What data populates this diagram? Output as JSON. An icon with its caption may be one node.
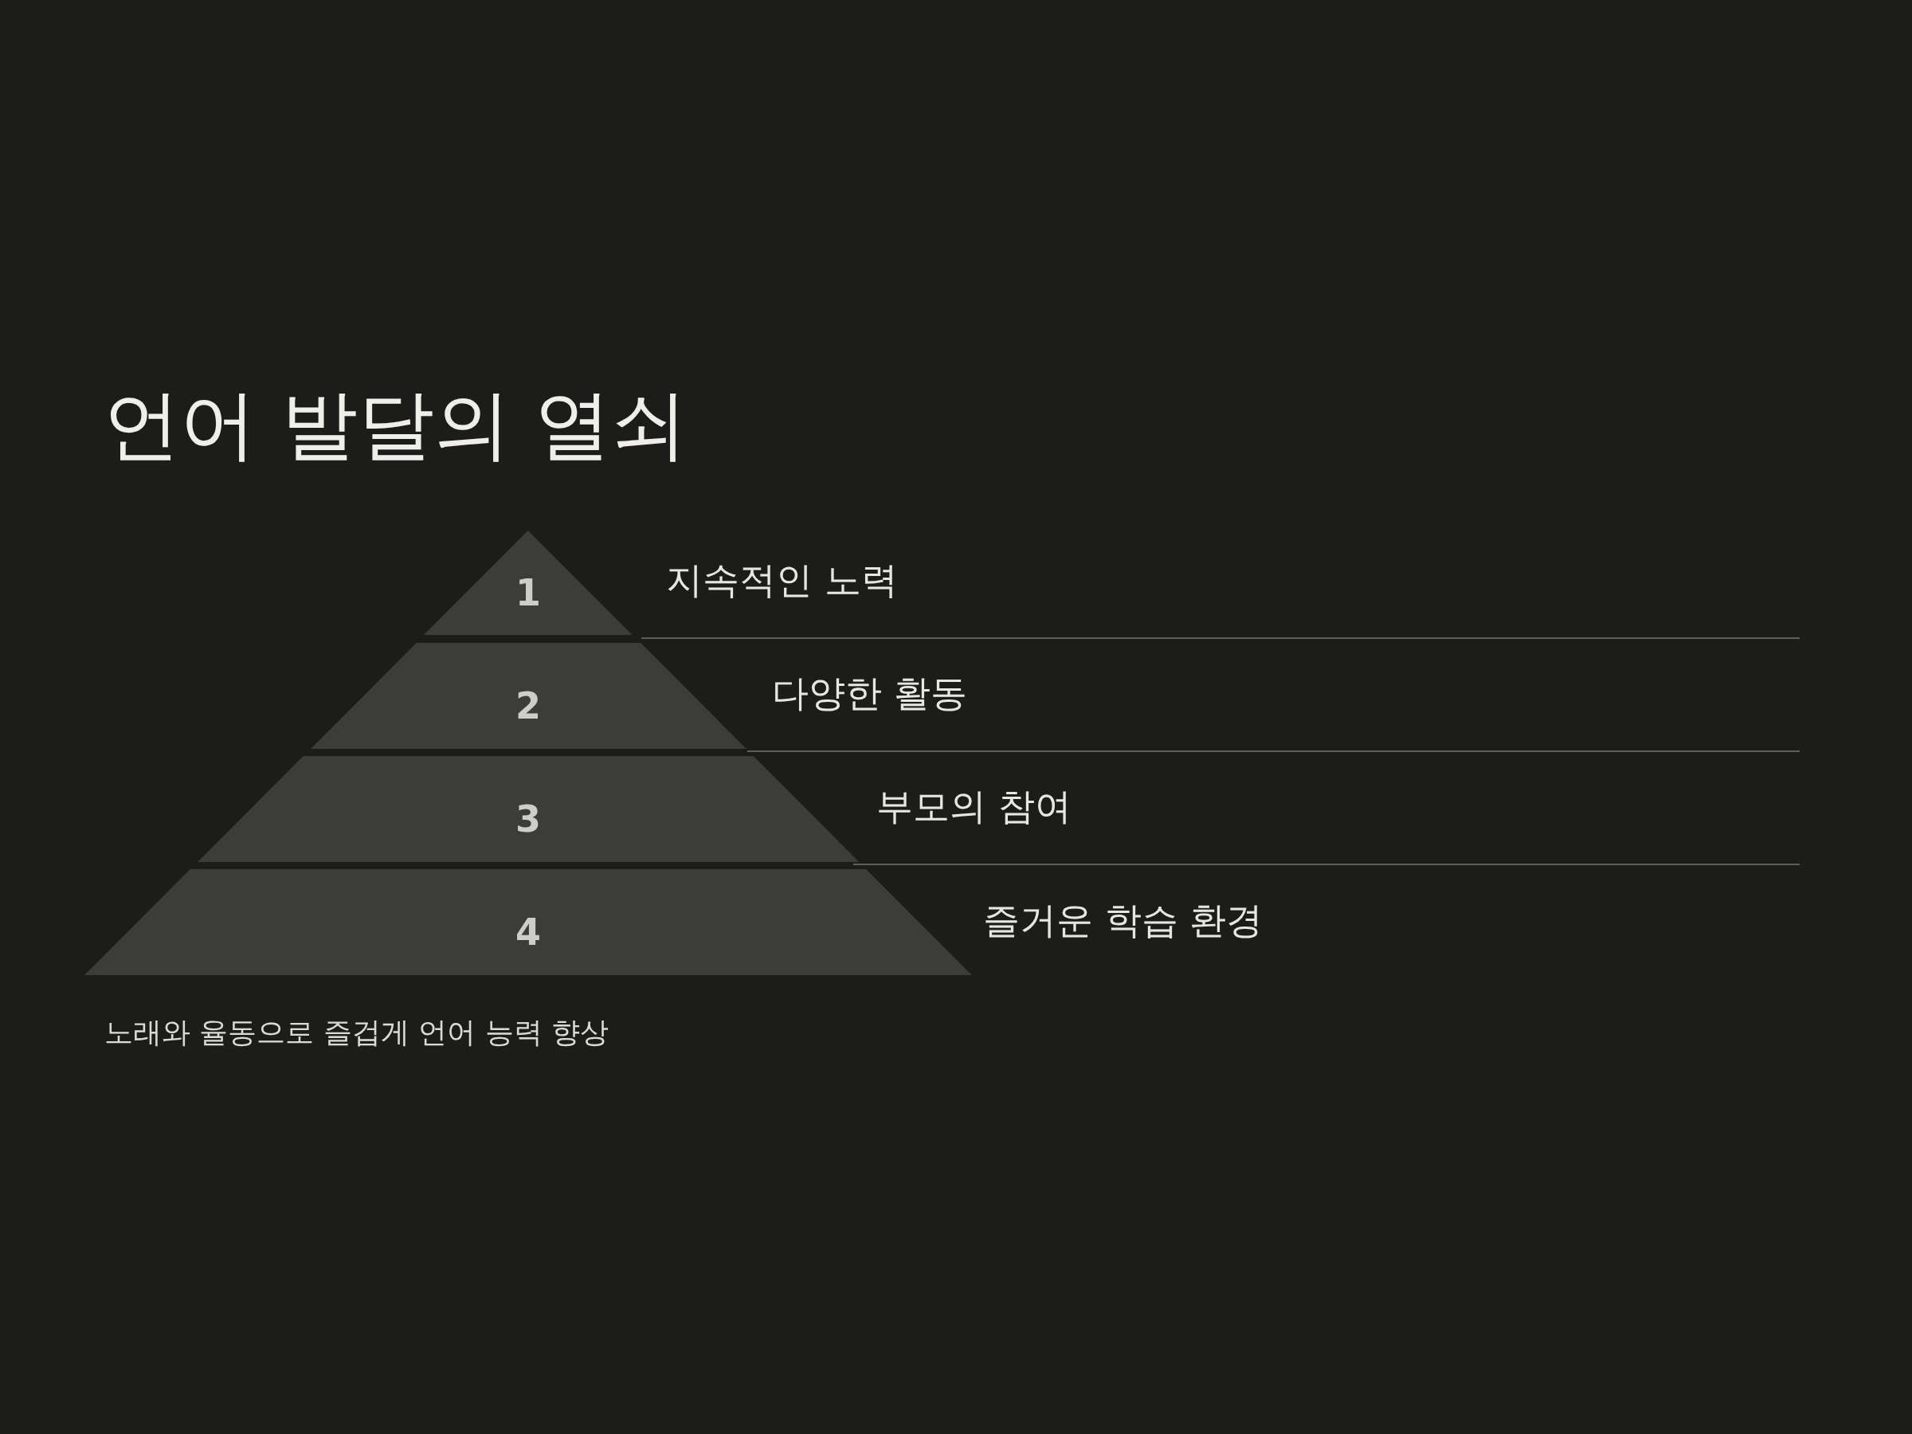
{
  "diagram": {
    "title": "언어 발달의 열쇠",
    "caption": "노래와 율동으로 즐겁게 언어 능력 향상",
    "nodes": [
      {
        "text": [
          "1"
        ],
        "beside": [
          "지속적인 노력"
        ]
      },
      {
        "text": [
          "2"
        ],
        "beside": [
          "다양한 활동"
        ]
      },
      {
        "text": [
          "3"
        ],
        "beside": [
          "부모의 참여"
        ]
      },
      {
        "text": [
          "4"
        ],
        "beside": [
          "즐거운 학습 환경"
        ]
      }
    ]
  }
}
